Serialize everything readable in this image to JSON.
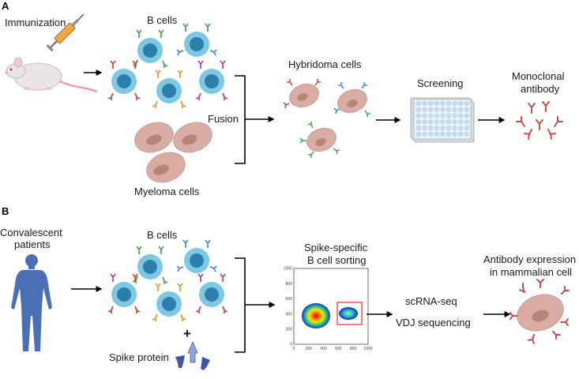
{
  "panel_a": {
    "letter": "A",
    "immunization": "Immunization",
    "b_cells": "B cells",
    "fusion": "Fusion",
    "myeloma_cells": "Myeloma cells",
    "hybridoma_cells": "Hybridoma cells",
    "screening": "Screening",
    "monoclonal_line1": "Monoclonal",
    "monoclonal_line2": "antibody"
  },
  "panel_b": {
    "letter": "B",
    "convalescent_line1": "Convalescent",
    "convalescent_line2": "patients",
    "b_cells": "B cells",
    "plus": "+",
    "spike_protein": "Spike protein",
    "sorting_line1": "Spike-specific",
    "sorting_line2": "B cell sorting",
    "scrna": "scRNA-seq",
    "vdj": "VDJ sequencing",
    "expression_line1": "Antibody expression",
    "expression_line2": "in mammalian cell"
  },
  "flow_plot": {
    "x_ticks": [
      "0",
      "200",
      "400",
      "600",
      "800",
      "1000"
    ],
    "y_ticks": [
      "0",
      "200",
      "400",
      "600",
      "800",
      "1000"
    ]
  },
  "colors": {
    "b_cell_outer": "#7ec8e3",
    "b_cell_nucleus": "#2b7fa8",
    "myeloma": "#d9ada4",
    "antibody_red": "#c0504d",
    "gate_red": "#e03030",
    "human": "#4a6fb5"
  }
}
